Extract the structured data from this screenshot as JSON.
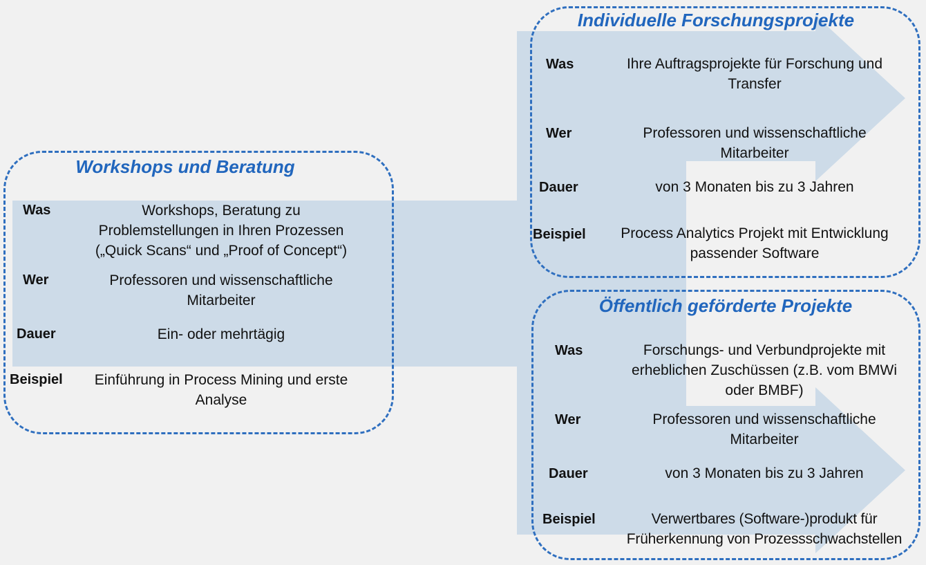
{
  "left": {
    "title": "Workshops und Beratung",
    "rows": [
      {
        "label": "Was",
        "text": "Workshops, Beratung zu\nProblemstellungen in Ihren Prozessen\n(„Quick Scans“ und „Proof of Concept“)"
      },
      {
        "label": "Wer",
        "text": "Professoren und wissenschaftliche\nMitarbeiter"
      },
      {
        "label": "Dauer",
        "text": "Ein- oder mehrtägig"
      },
      {
        "label": "Beispiel",
        "text": "Einführung in Process Mining und erste\nAnalyse"
      }
    ]
  },
  "top_right": {
    "title": "Individuelle Forschungsprojekte",
    "rows": [
      {
        "label": "Was",
        "text": "Ihre Auftragsprojekte für Forschung und\nTransfer"
      },
      {
        "label": "Wer",
        "text": "Professoren und wissenschaftliche\nMitarbeiter"
      },
      {
        "label": "Dauer",
        "text": "von 3 Monaten bis zu 3 Jahren"
      },
      {
        "label": "Beispiel",
        "text": "Process Analytics Projekt mit Entwicklung\npassender Software"
      }
    ]
  },
  "bottom_right": {
    "title": "Öffentlich geförderte Projekte",
    "rows": [
      {
        "label": "Was",
        "text": "Forschungs- und Verbundprojekte mit\nerheblichen Zuschüssen (z.B. vom BMWi\noder BMBF)"
      },
      {
        "label": "Wer",
        "text": "Professoren und wissenschaftliche\nMitarbeiter"
      },
      {
        "label": "Dauer",
        "text": "von 3 Monaten bis zu 3 Jahren"
      },
      {
        "label": "Beispiel",
        "text": "Verwertbares (Software-)produkt für\nFrüherkennung von Prozessschwachstellen"
      }
    ]
  },
  "colors": {
    "background": "#f1f1f1",
    "arrow_fill": "#cddbe8",
    "dashed_border": "#2f6fbf",
    "title_text": "#2166bd"
  }
}
